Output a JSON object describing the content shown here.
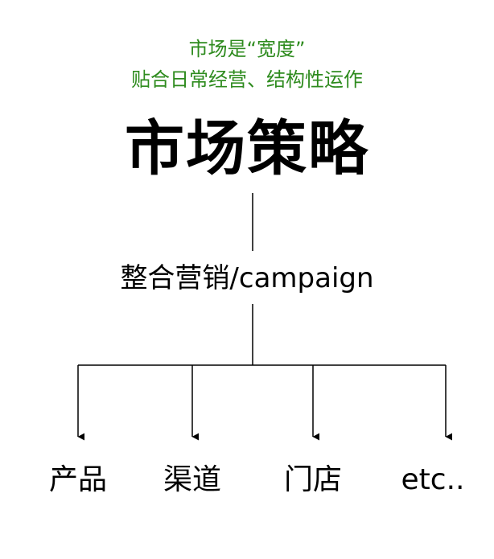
{
  "note": {
    "line1": "市场是“宽度”",
    "line2": "贴合日常经营、结构性运作"
  },
  "title": "市场策略",
  "middle_node": "整合营销/campaign",
  "leaves": [
    "产品",
    "渠道",
    "门店",
    "etc.."
  ],
  "colors": {
    "note": "#2e8b1e",
    "text": "#000000",
    "lines": "#000000",
    "background": "#ffffff"
  }
}
